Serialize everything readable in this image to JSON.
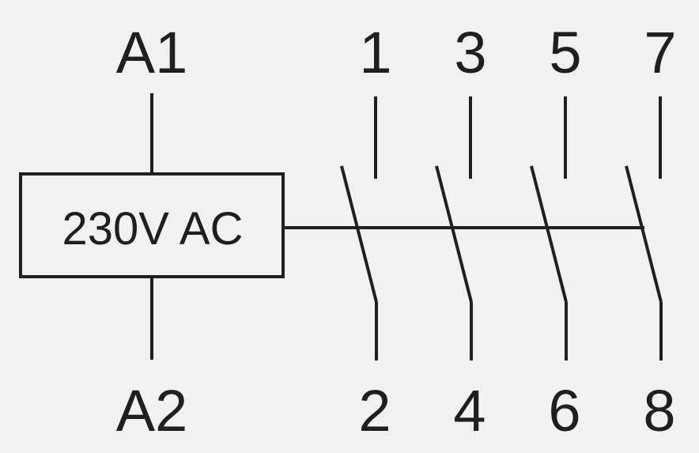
{
  "coil": {
    "label": "230V AC",
    "terminal_top": "A1",
    "terminal_bottom": "A2"
  },
  "contacts": [
    {
      "top": "1",
      "bottom": "2"
    },
    {
      "top": "3",
      "bottom": "4"
    },
    {
      "top": "5",
      "bottom": "6"
    },
    {
      "top": "7",
      "bottom": "8"
    }
  ],
  "colors": {
    "line": "#1f1f1f",
    "background": "#f1f1f1"
  }
}
